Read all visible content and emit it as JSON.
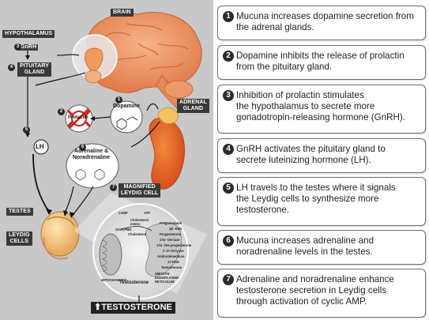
{
  "diagram": {
    "labels": {
      "brain": "BRAIN",
      "hypothalamus": "HYPOTHALAMUS",
      "gnrh": "GnRH",
      "pituitary": "PITUITARY\nGLAND",
      "prolactin": "Prolactin",
      "dopamine": "Dopamine",
      "adrenal": "ADRENAL\nGLAND",
      "lh": "LH",
      "adrenaline": "Adrenaline &\nNoradrenaline",
      "magnified": "MAGNIFIED\nLEYDIG CELL",
      "testes": "TESTES",
      "leydig": "LEYDIG\nCELLS",
      "testosterone_out": "TESTOSTERONE",
      "up_arrow": "⬆"
    },
    "step_markers": [
      "1",
      "2",
      "3",
      "4",
      "5",
      "6",
      "7"
    ],
    "cell_labels": {
      "camp": "cAMP",
      "atp": "ATP",
      "cholesterol_enters": "Cholesterol\nenters",
      "star_pbr": "StAR,PBR",
      "cholesterol": "Cholesterol",
      "mitochondria": "MITOCHONDRIA",
      "pregnenolone": "Pregnenolone",
      "hsd": "3β -HSD",
      "progesterone": "Progesterone",
      "oh_lase": "17α -OH-lase",
      "oh_progesterone": "17α -OH-progesterone",
      "c1720": "C 17-20 lyase",
      "androstenedione": "Androstenedione",
      "hsd17": "17-HSD",
      "testosterone_inner": "Testosterone",
      "ser": "SMOOTH\nENDOPLASMIC\nRETICULUM",
      "testosterone": "Testosterone"
    }
  },
  "steps": [
    {
      "num": "1",
      "text": "Mucuna increases dopamine secretion from\nthe adrenal glands."
    },
    {
      "num": "2",
      "text": "Dopamine inhibits the release of prolactin\nfrom the pituitary gland."
    },
    {
      "num": "3",
      "text": "Inhibition of prolactin stimulates\nthe hypothalamus to secrete more\ngonadotropin-releasing hormone (GnRH)."
    },
    {
      "num": "4",
      "text": "GnRH activates the pituitary gland to\nsecrete luteinizing hormone (LH)."
    },
    {
      "num": "5",
      "text": "LH travels to the testes where it signals\nthe Leydig cells to synthesize more\ntestosterone."
    },
    {
      "num": "6",
      "text": "Mucuna increases adrenaline and\nnoradrenaline levels in the testes."
    },
    {
      "num": "7",
      "text": "Adrenaline and noradrenaline enhance\ntestosterone secretion in Leydig cells\nthrough activation of cyclic AMP."
    }
  ]
}
